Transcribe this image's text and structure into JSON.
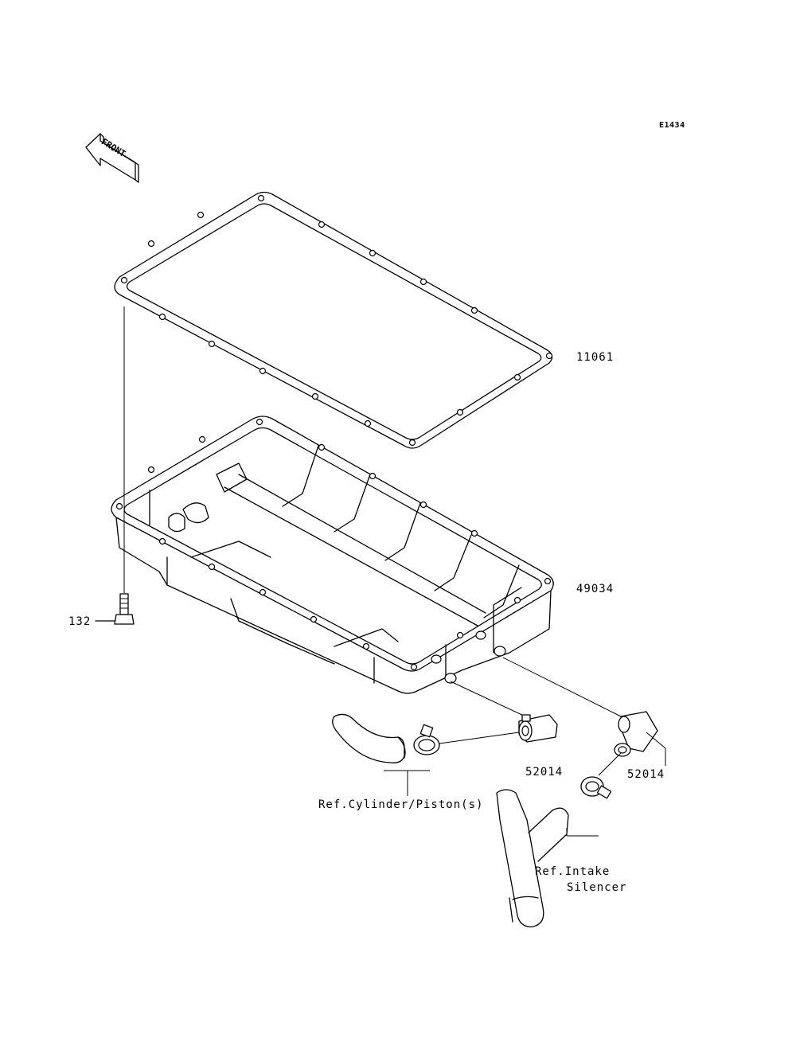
{
  "figure_code": "E1434",
  "front_arrow": {
    "label": "FRONT",
    "icon": "front-arrow-icon"
  },
  "parts": [
    {
      "number": "11061"
    },
    {
      "number": "49034"
    },
    {
      "number": "132"
    },
    {
      "number": "52014"
    },
    {
      "number": "52014"
    }
  ],
  "references": [
    {
      "text": "Ref.Cylinder/Piston(s)"
    },
    {
      "line1": "Ref.Intake",
      "line2": "Silencer"
    }
  ]
}
